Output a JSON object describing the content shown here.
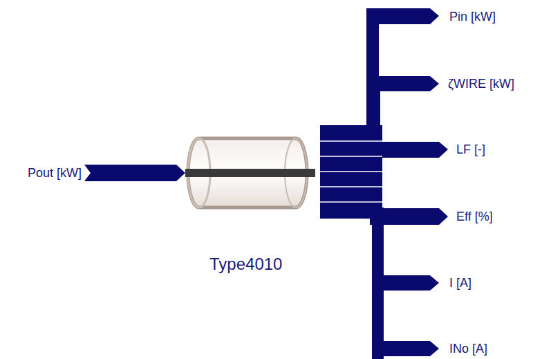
{
  "diagram": {
    "labels": [
      "Pout [kW]",
      "Type4010",
      "Pin [kW]",
      "ζWIRE [kW]",
      "LF [-]",
      "Eff [%]",
      "I [A]",
      "INo [A]"
    ]
  }
}
